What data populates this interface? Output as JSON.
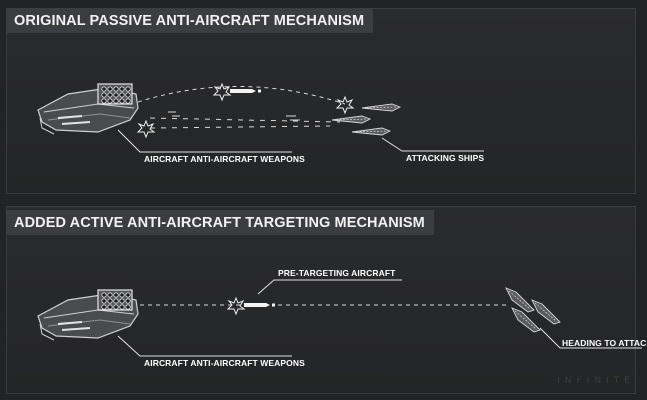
{
  "top_panel": {
    "title": "ORIGINAL PASSIVE ANTI-AIRCRAFT MECHANISM",
    "labels": {
      "weapon": "AIRCRAFT ANTI-AIRCRAFT WEAPONS",
      "ships": "ATTACKING SHIPS"
    }
  },
  "bottom_panel": {
    "title": "ADDED ACTIVE ANTI-AIRCRAFT TARGETING MECHANISM",
    "labels": {
      "pre_target": "PRE-TARGETING AIRCRAFT",
      "weapon": "AIRCRAFT ANTI-AIRCRAFT WEAPONS",
      "heading": "HEADING TO ATTACK"
    }
  },
  "watermark": "INFINITE",
  "colors": {
    "background": "#222324",
    "panel": "#2a2b2d",
    "title_bar": "#3c3d40",
    "ink": "#ffffff"
  }
}
